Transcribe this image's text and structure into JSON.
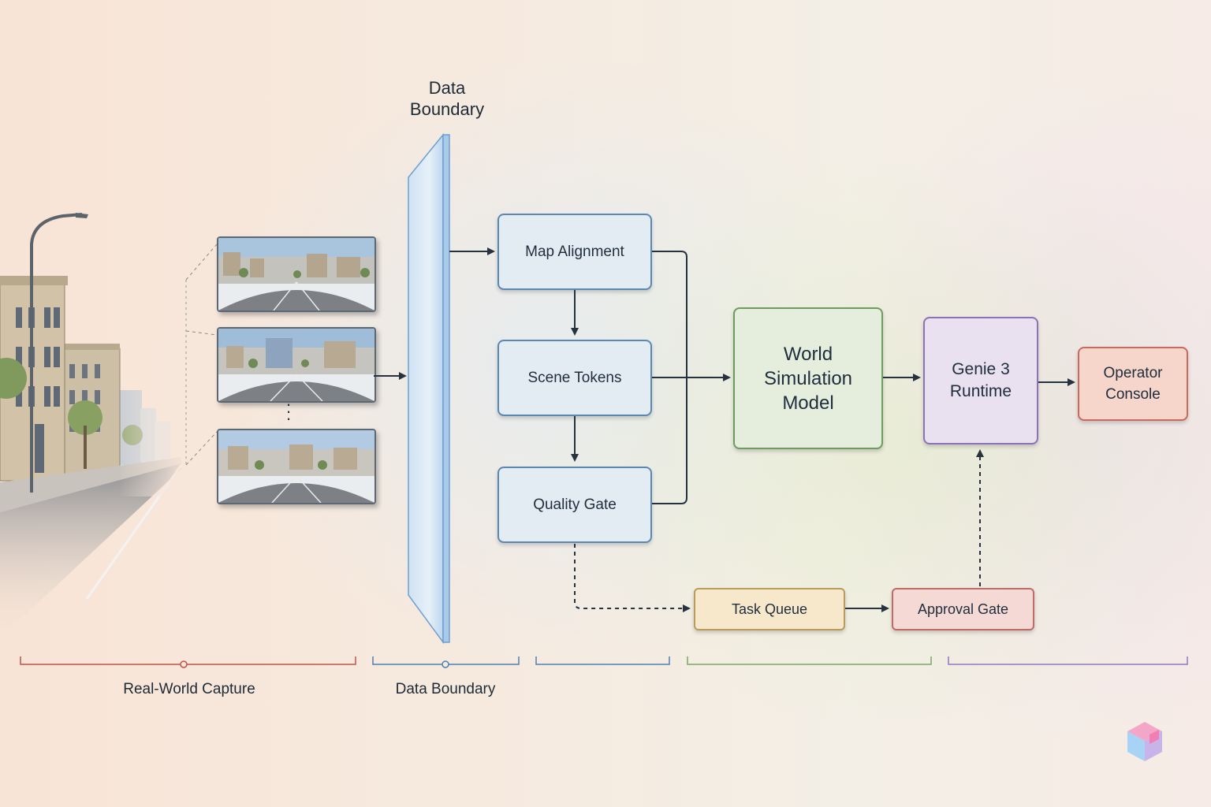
{
  "boundary_title": [
    "Data",
    "Boundary"
  ],
  "boxes": {
    "map_alignment": "Map Alignment",
    "scene_tokens": "Scene Tokens",
    "quality_gate": "Quality Gate",
    "world_model": [
      "World",
      "Simulation",
      "Model"
    ],
    "genie_runtime": [
      "Genie 3",
      "Runtime"
    ],
    "operator_console": [
      "Operator",
      "Console"
    ],
    "task_queue": "Task Queue",
    "approval_gate": "Approval Gate"
  },
  "sections": {
    "real_world": "Real-World Capture",
    "data_boundary": "Data Boundary"
  },
  "colors": {
    "section_red": "#c0524a",
    "section_blue": "#4e7fb0",
    "section_green": "#7ea566",
    "section_purple": "#9178c0"
  }
}
